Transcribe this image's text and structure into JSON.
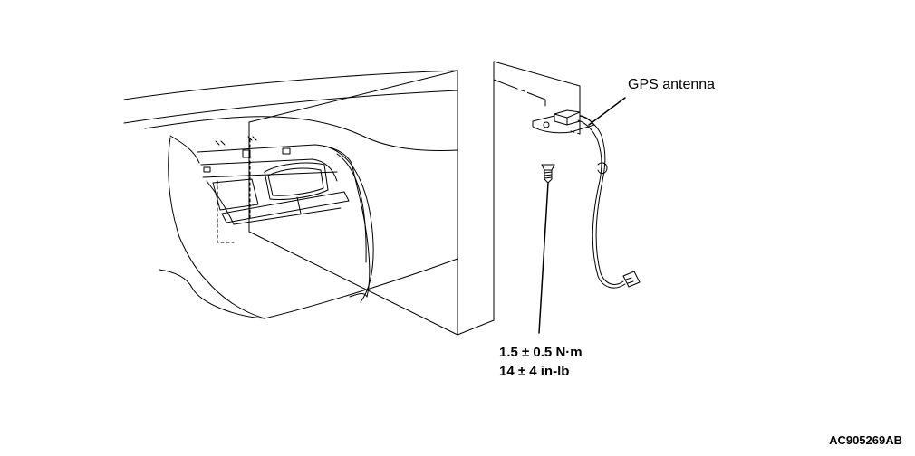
{
  "labels": {
    "gps_antenna": "GPS antenna",
    "torque_metric": "1.5 ± 0.5 N·m",
    "torque_imperial": "14 ± 4 in-lb",
    "figure_code": "AC905269AB"
  },
  "colors": {
    "line": "#000000",
    "background": "#ffffff"
  },
  "icons": [
    "screw-icon",
    "gps-antenna-icon",
    "connector-icon"
  ]
}
